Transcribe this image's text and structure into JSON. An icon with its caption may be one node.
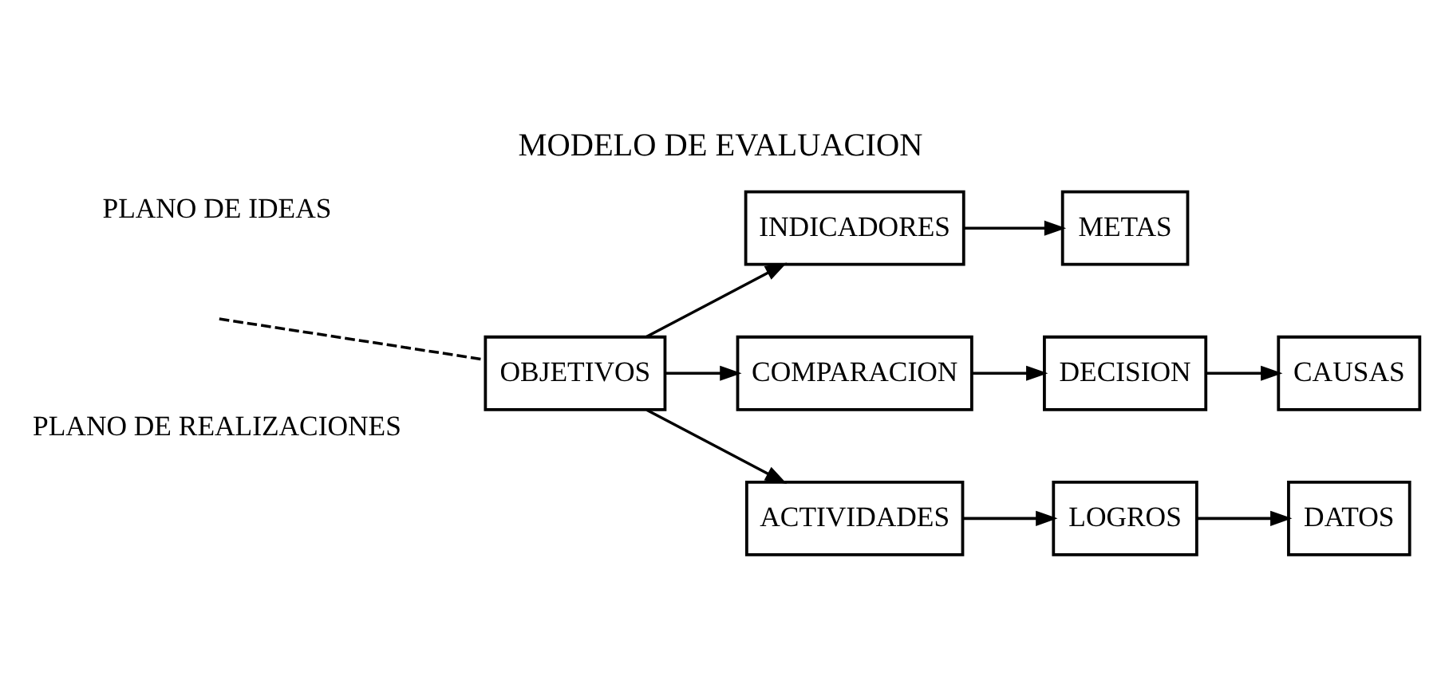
{
  "diagram": {
    "title": "MODELO DE EVALUACION",
    "nodes": [
      {
        "text": [
          "INDICADORES"
        ]
      },
      {
        "text": [
          "METAS"
        ]
      },
      {
        "text": [
          "OBJETIVOS"
        ]
      },
      {
        "text": [
          "COMPARACION"
        ]
      },
      {
        "text": [
          "DECISION"
        ]
      },
      {
        "text": [
          "CAUSAS"
        ]
      },
      {
        "text": [
          "ACTIVIDADES"
        ]
      },
      {
        "text": [
          "LOGROS"
        ]
      },
      {
        "text": [
          "DATOS"
        ]
      }
    ],
    "edges": [
      {
        "from": 2,
        "to": 0,
        "arrow": "to"
      },
      {
        "from": 0,
        "to": 1,
        "arrow": "to"
      },
      {
        "from": null,
        "to": 2,
        "arrow": "none",
        "style": "dashed"
      },
      {
        "from": 2,
        "to": 3,
        "arrow": "to"
      },
      {
        "from": 3,
        "to": 4,
        "arrow": "to"
      },
      {
        "from": 4,
        "to": 5,
        "arrow": "to"
      },
      {
        "from": 2,
        "to": 6,
        "arrow": "to"
      },
      {
        "from": 6,
        "to": 7,
        "arrow": "to"
      },
      {
        "from": 7,
        "to": 8,
        "arrow": "to"
      }
    ],
    "labels": [
      "PLANO DE IDEAS",
      "PLANO DE REALIZACIONES"
    ]
  }
}
